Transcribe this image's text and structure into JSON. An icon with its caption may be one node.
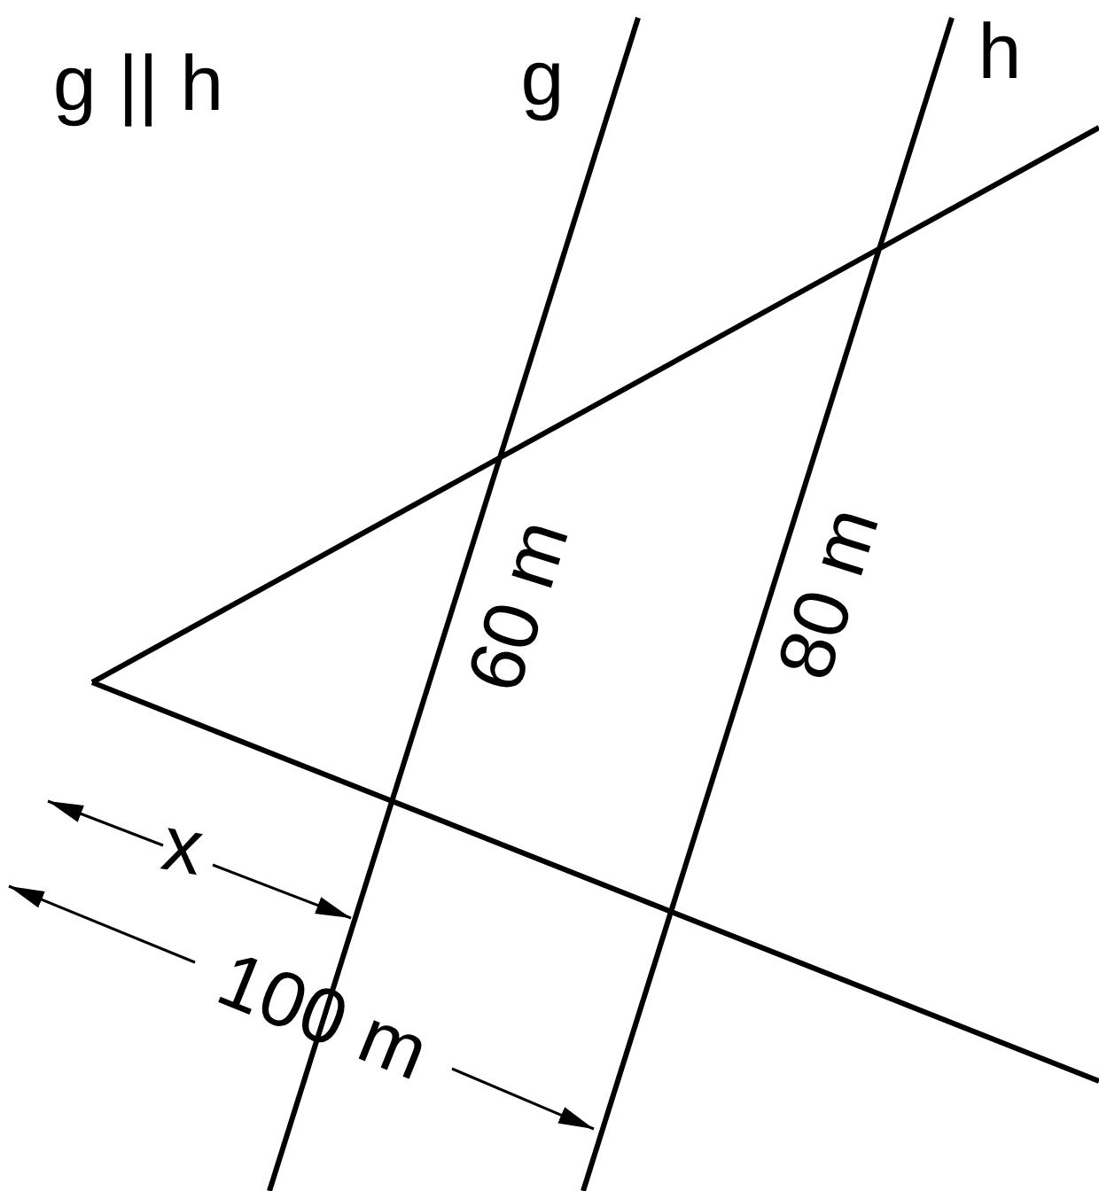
{
  "diagram": {
    "labels": [
      "g || h",
      "g",
      "h",
      "60 m",
      "80 m",
      "x",
      "100 m"
    ]
  }
}
